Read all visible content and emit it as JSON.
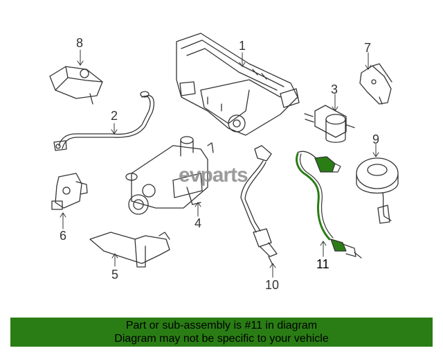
{
  "callouts": {
    "c1": "1",
    "c2": "2",
    "c3": "3",
    "c4": "4",
    "c5": "5",
    "c6": "6",
    "c7": "7",
    "c8": "8",
    "c9": "9",
    "c10": "10",
    "c11": "11"
  },
  "watermark": "evparts",
  "banner": {
    "line1": "Part or sub-assembly is #11 in diagram",
    "line2": "Diagram may not be specific to your vehicle"
  },
  "colors": {
    "highlight": "#2a7d14",
    "banner_bg": "#2a7d14",
    "line": "#333333"
  }
}
